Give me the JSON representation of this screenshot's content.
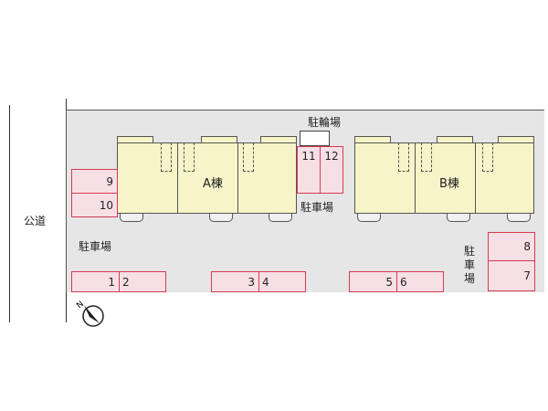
{
  "labels": {
    "public_road": "公道",
    "bicycle_parking": "駐輪場",
    "parking_center": "駐車場",
    "parking_left": "駐車場",
    "parking_right_chars": [
      "駐",
      "車",
      "場"
    ],
    "building_a": "A棟",
    "building_b": "B棟"
  },
  "parking_spaces": {
    "left_9": "9",
    "left_10": "10",
    "center_11": "11",
    "center_12": "12",
    "right_8": "8",
    "right_7": "7",
    "bottom_1": "1",
    "bottom_2": "2",
    "bottom_3": "3",
    "bottom_4": "4",
    "bottom_5": "5",
    "bottom_6": "6"
  },
  "colors": {
    "lot": "#e6e6e6",
    "building": "#f6f4c8",
    "parking_fill": "#f7dfe6",
    "parking_border": "#d43b52"
  },
  "icons": {
    "compass": "north-arrow-icon"
  }
}
